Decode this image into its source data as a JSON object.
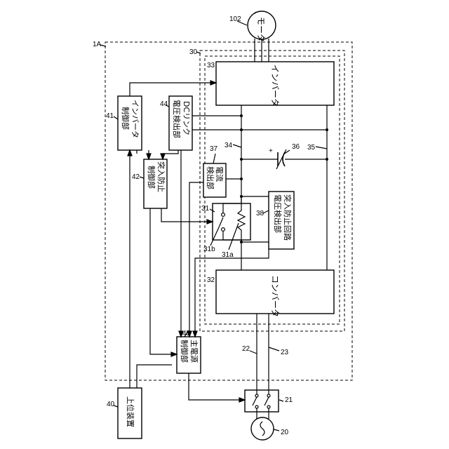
{
  "labels": {
    "motor": "モータ",
    "inverter": "インバータ",
    "converter": "コンバータ",
    "inverter_control_1": "インバータ",
    "inverter_control_2": "制御部",
    "dc_link_1": "DCリンク",
    "dc_link_2": "電圧検出部",
    "current_det_1": "電流",
    "current_det_2": "検出部",
    "inrush_prev_1": "突入防止",
    "inrush_prev_2": "制御部",
    "inrush_circ_1": "突入防止回路",
    "inrush_circ_2": "電圧検出部",
    "main_power_1": "主電源",
    "main_power_2": "制御部",
    "host": "上位装置",
    "plus": "+"
  },
  "refs": {
    "r1A": "1A",
    "r102": "102",
    "r30": "30",
    "r33": "33",
    "r41": "41",
    "r44": "44",
    "r37": "37",
    "r34": "34",
    "r36": "36",
    "r35": "35",
    "r42": "42",
    "r31": "31",
    "r38": "38",
    "r31b": "31b",
    "r31a": "31a",
    "r32": "32",
    "r43": "43",
    "r22": "22",
    "r23": "23",
    "r40": "40",
    "r21": "21",
    "r20": "20"
  }
}
